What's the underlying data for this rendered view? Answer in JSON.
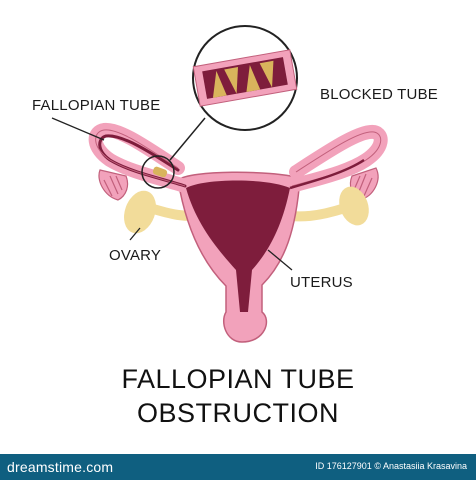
{
  "labels": {
    "fallopian_tube": "FALLOPIAN TUBE",
    "blocked_tube": "BLOCKED TUBE",
    "ovary": "OVARY",
    "uterus": "UTERUS"
  },
  "title": {
    "line1": "FALLOPIAN TUBE",
    "line2": "OBSTRUCTION"
  },
  "footer": {
    "logo": "dreamstime.com",
    "credit": "ID 176127901 © Anastasiia Krasavina"
  },
  "colors": {
    "uterus_outer": "#f2a2bb",
    "uterus_cavity": "#7e1d3c",
    "tube_outline": "#c2607c",
    "ovary": "#f2dc9a",
    "blockage": "#d9b45c",
    "footer_bar": "#0f5f80"
  }
}
